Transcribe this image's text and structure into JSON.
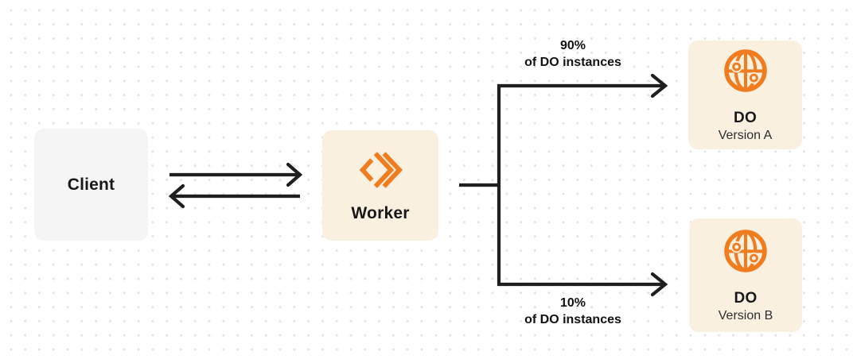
{
  "nodes": {
    "client": {
      "label": "Client"
    },
    "worker": {
      "label": "Worker"
    },
    "do_version_a": {
      "title": "DO",
      "subtitle": "Version A"
    },
    "do_version_b": {
      "title": "DO",
      "subtitle": "Version B"
    }
  },
  "edges": {
    "split_to_a": {
      "percent": "90%",
      "caption": "of DO instances"
    },
    "split_to_b": {
      "percent": "10%",
      "caption": "of DO instances"
    }
  },
  "icons": {
    "worker_icon": "workers-chevrons-icon",
    "durable_object_icon": "globe-nodes-icon"
  },
  "colors": {
    "accent_orange": "#ef7d20",
    "node_cream": "#faf0e0",
    "node_gray": "#f5f5f6",
    "connector_dark": "#1f1f1f",
    "dot_grid": "#e3e3e5"
  }
}
